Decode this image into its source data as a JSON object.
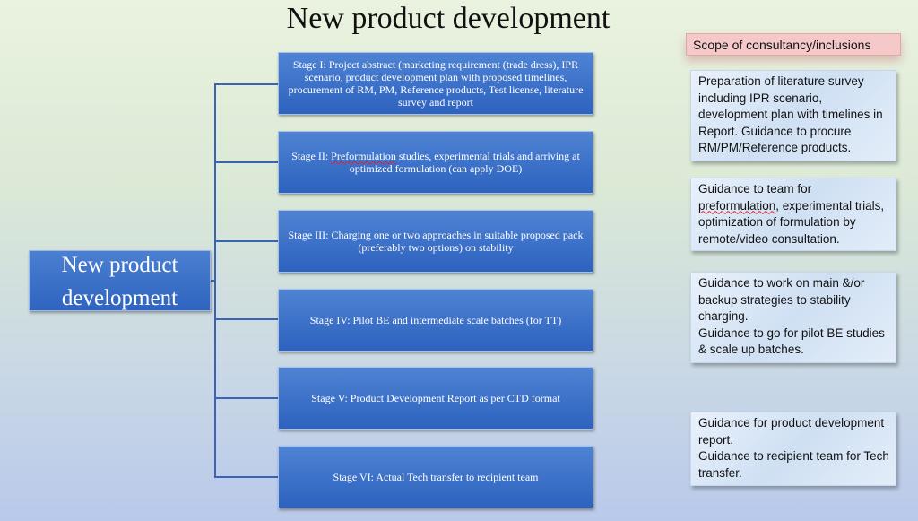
{
  "title": "New product development",
  "root_label_line1": "New product",
  "root_label_line2": "development",
  "stages": [
    {
      "text": "Stage I: Project abstract (marketing requirement (trade dress), IPR scenario, product development plan with proposed timelines, procurement of  RM, PM, Reference products, Test license, literature survey and report"
    },
    {
      "prefix": "Stage II: ",
      "underlined": "Preformulation",
      "suffix": " studies, experimental trials and arriving at optimized formulation (can apply DOE)"
    },
    {
      "text": "Stage III: Charging one or two approaches in suitable proposed pack (preferably two options) on stability"
    },
    {
      "text": "Stage IV: Pilot BE and intermediate scale batches (for TT)"
    },
    {
      "text": "Stage V: Product Development Report as per CTD format"
    },
    {
      "text": "Stage VI: Actual Tech transfer to recipient team"
    }
  ],
  "scope_header": "Scope of consultancy/inclusions",
  "notes": [
    {
      "text": "Preparation of literature survey including IPR scenario, development plan with timelines in Report. Guidance to procure RM/PM/Reference products."
    },
    {
      "prefix": "Guidance to team for ",
      "underlined": "preformulation",
      "suffix": ", experimental trials, optimization of formulation by remote/video consultation."
    },
    {
      "line1": "Guidance to work on main &/or backup strategies to stability charging.",
      "line2": "Guidance to go for pilot BE studies & scale up batches."
    },
    {
      "line1": "Guidance for product development report.",
      "line2": "Guidance to recipient team for Tech transfer."
    }
  ]
}
